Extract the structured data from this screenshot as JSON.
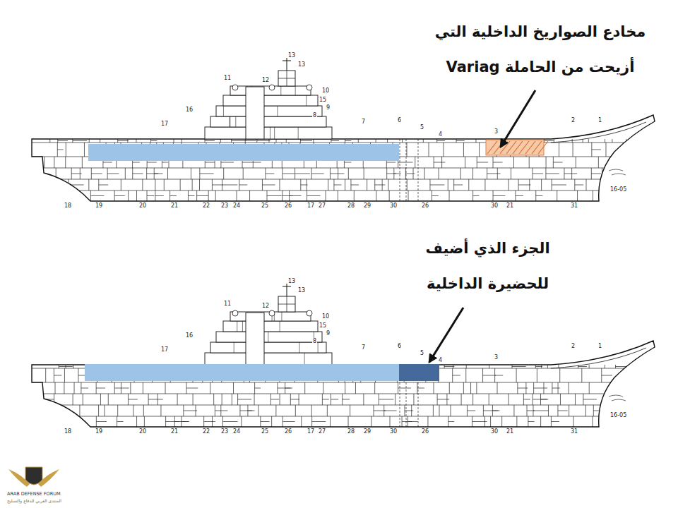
{
  "diagram": {
    "labels": [
      "مخادع الصواريخ الداخلية التي أزيحت من الحاملة Variag",
      "13",
      "13",
      "11",
      "12",
      "10",
      "15",
      "16",
      "9",
      "8",
      "17",
      "7",
      "6",
      "5",
      "4",
      "3",
      "2",
      "1",
      "18",
      "19",
      "20",
      "21",
      "22",
      "23",
      "24",
      "25",
      "26",
      "17",
      "27",
      "28",
      "29",
      "30",
      "26",
      "30",
      "21",
      "31",
      "16-05",
      "الجزء الذي أضيف للحضيرة الداخلية",
      "13",
      "13",
      "11",
      "12",
      "10",
      "15",
      "16",
      "9",
      "8",
      "17",
      "7",
      "6",
      "5",
      "4",
      "3",
      "2",
      "1",
      "18",
      "19",
      "20",
      "21",
      "22",
      "23",
      "24",
      "25",
      "26",
      "17",
      "27",
      "28",
      "29",
      "30",
      "26",
      "30",
      "21",
      "31",
      "16-05",
      "ARAB DEFENSE FORUM",
      "المنتدى العربي للدفاع والتسليح"
    ]
  }
}
